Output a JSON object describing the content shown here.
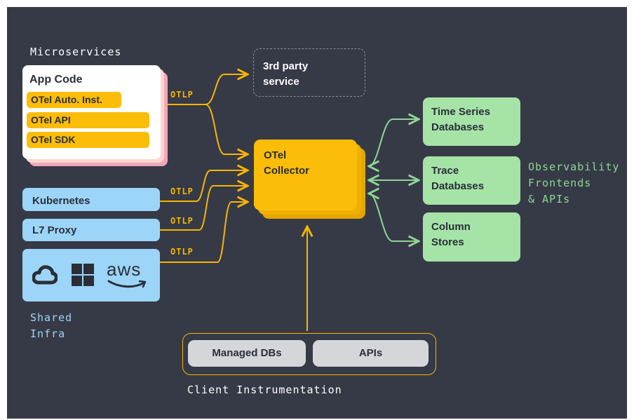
{
  "labels": {
    "microservices": "Microservices",
    "shared_infra_line1": "Shared",
    "shared_infra_line2": "Infra",
    "observability_line1": "Observability",
    "observability_line2": "Frontends",
    "observability_line3": "& APIs",
    "client_instrumentation": "Client Instrumentation"
  },
  "app_code": {
    "title": "App Code",
    "items": [
      "OTel Auto. Inst.",
      "OTel API",
      "OTel SDK"
    ]
  },
  "infra": {
    "kubernetes": "Kubernetes",
    "l7_proxy": "L7 Proxy",
    "aws_logo_text": "aws"
  },
  "protocol": "OTLP",
  "third_party": {
    "line1": "3rd party",
    "line2": "service"
  },
  "collector": {
    "line1": "OTel",
    "line2": "Collector"
  },
  "backends": [
    {
      "line1": "Time Series",
      "line2": "Databases"
    },
    {
      "line1": "Trace",
      "line2": "Databases"
    },
    {
      "line1": "Column",
      "line2": "Stores"
    }
  ],
  "client": {
    "managed_dbs": "Managed DBs",
    "apis": "APIs"
  },
  "colors": {
    "background": "#363a47",
    "otlp_yellow": "#f8b500",
    "collector_yellow": "#fbbd08",
    "infra_blue": "#9cd5f7",
    "backend_green": "#a5e3a7",
    "arrow_green": "#8fd694",
    "pink_stack": "#f4a6b8"
  }
}
